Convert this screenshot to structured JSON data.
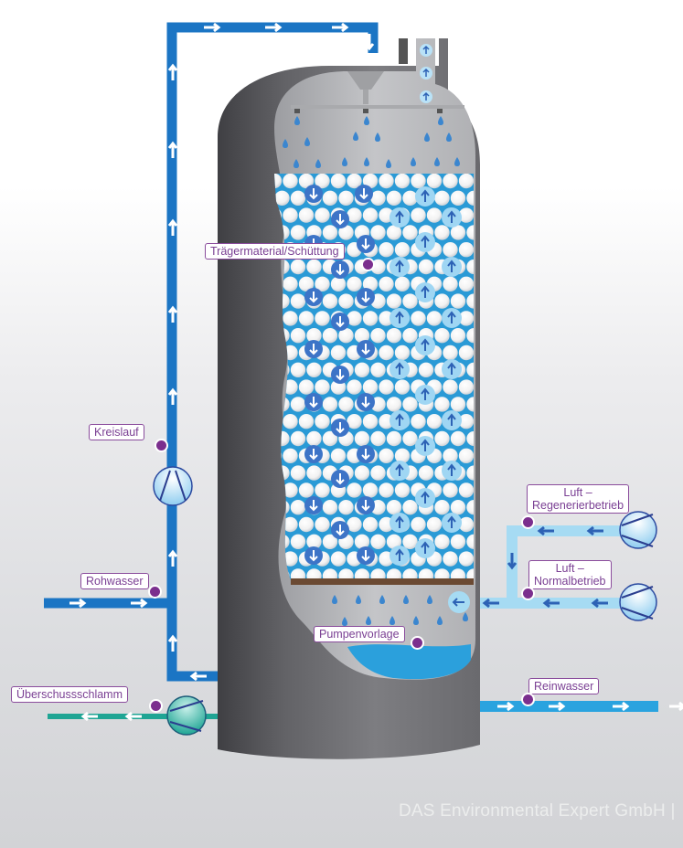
{
  "diagram": {
    "title": "Biofilter reactor process diagram",
    "labels": {
      "carrier": "Trägermaterial/Schüttung",
      "circulation": "Kreislauf",
      "raw_water": "Rohwasser",
      "excess_sludge": "Überschussschlamm",
      "pump_reservoir": "Pumpenvorlage",
      "air_regen_line1": "Luft –",
      "air_regen_line2": "Regenerierbetrieb",
      "air_normal_line1": "Luft –",
      "air_normal_line2": "Normalbetrieb",
      "clean_water": "Reinwasser"
    },
    "colors": {
      "circulation_pipe": "#1b75c4",
      "air_pipe": "#a6dbf3",
      "clean_water_pipe": "#2aa3df",
      "sludge_pipe": "#1fa594",
      "label_purple": "#7b2f8e",
      "vessel_dark": "#5b5b5f",
      "vessel_inner": "#b8b9bc",
      "water": "#2ba0dc"
    },
    "icons": [
      "circulation-pump-icon",
      "sludge-pump-icon",
      "air-blower-regen-icon",
      "air-blower-normal-icon",
      "water-drop-icon",
      "flow-arrow-icon"
    ],
    "footer": "DAS Environmental Expert GmbH |"
  }
}
